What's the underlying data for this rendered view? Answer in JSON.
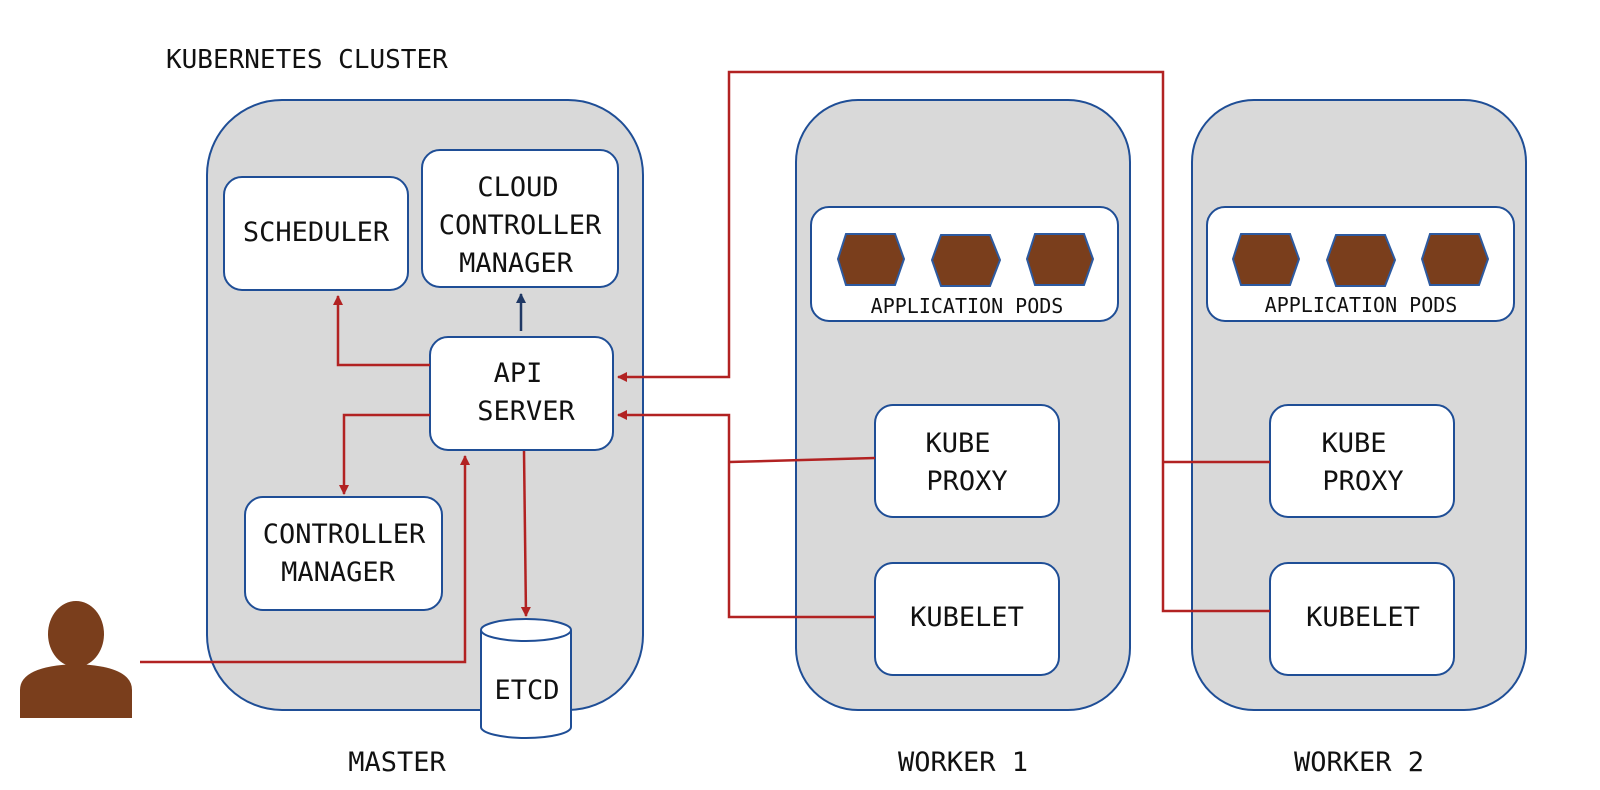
{
  "diagram": {
    "title": "KUBERNETES CLUSTER",
    "colors": {
      "node_fill": "#d9d9d9",
      "border": "#1f4e96",
      "connection": "#b22222",
      "cloud_arrow": "#1f3864",
      "pod_fill": "#7a3e1c",
      "user_fill": "#7a3e1c"
    },
    "master": {
      "label": "MASTER",
      "scheduler": "SCHEDULER",
      "cloud_controller_manager": [
        "CLOUD",
        "CONTROLLER",
        "MANAGER"
      ],
      "api_server": [
        "API",
        "SERVER"
      ],
      "controller_manager": [
        "CONTROLLER",
        "MANAGER"
      ],
      "etcd": "ETCD"
    },
    "workers": [
      {
        "label": "WORKER 1",
        "pods_label": "APPLICATION PODS",
        "pod_count": 3,
        "kube_proxy": [
          "KUBE",
          "PROXY"
        ],
        "kubelet": "KUBELET"
      },
      {
        "label": "WORKER 2",
        "pods_label": "APPLICATION PODS",
        "pod_count": 3,
        "kube_proxy": [
          "KUBE",
          "PROXY"
        ],
        "kubelet": "KUBELET"
      }
    ],
    "user": {
      "icon": "user-icon"
    },
    "connections": [
      {
        "from": "api-server",
        "to": "scheduler",
        "color": "red"
      },
      {
        "from": "api-server",
        "to": "cloud-controller-manager",
        "color": "blue"
      },
      {
        "from": "api-server",
        "to": "controller-manager",
        "color": "red"
      },
      {
        "from": "api-server",
        "to": "etcd",
        "color": "red"
      },
      {
        "from": "user",
        "to": "api-server",
        "color": "red"
      },
      {
        "from": "worker-1-kube-proxy",
        "to": "api-server",
        "color": "red"
      },
      {
        "from": "worker-1-kubelet",
        "to": "api-server",
        "color": "red"
      },
      {
        "from": "worker-2-kube-proxy",
        "to": "api-server",
        "color": "red"
      },
      {
        "from": "worker-2-kubelet",
        "to": "api-server",
        "color": "red"
      }
    ]
  }
}
